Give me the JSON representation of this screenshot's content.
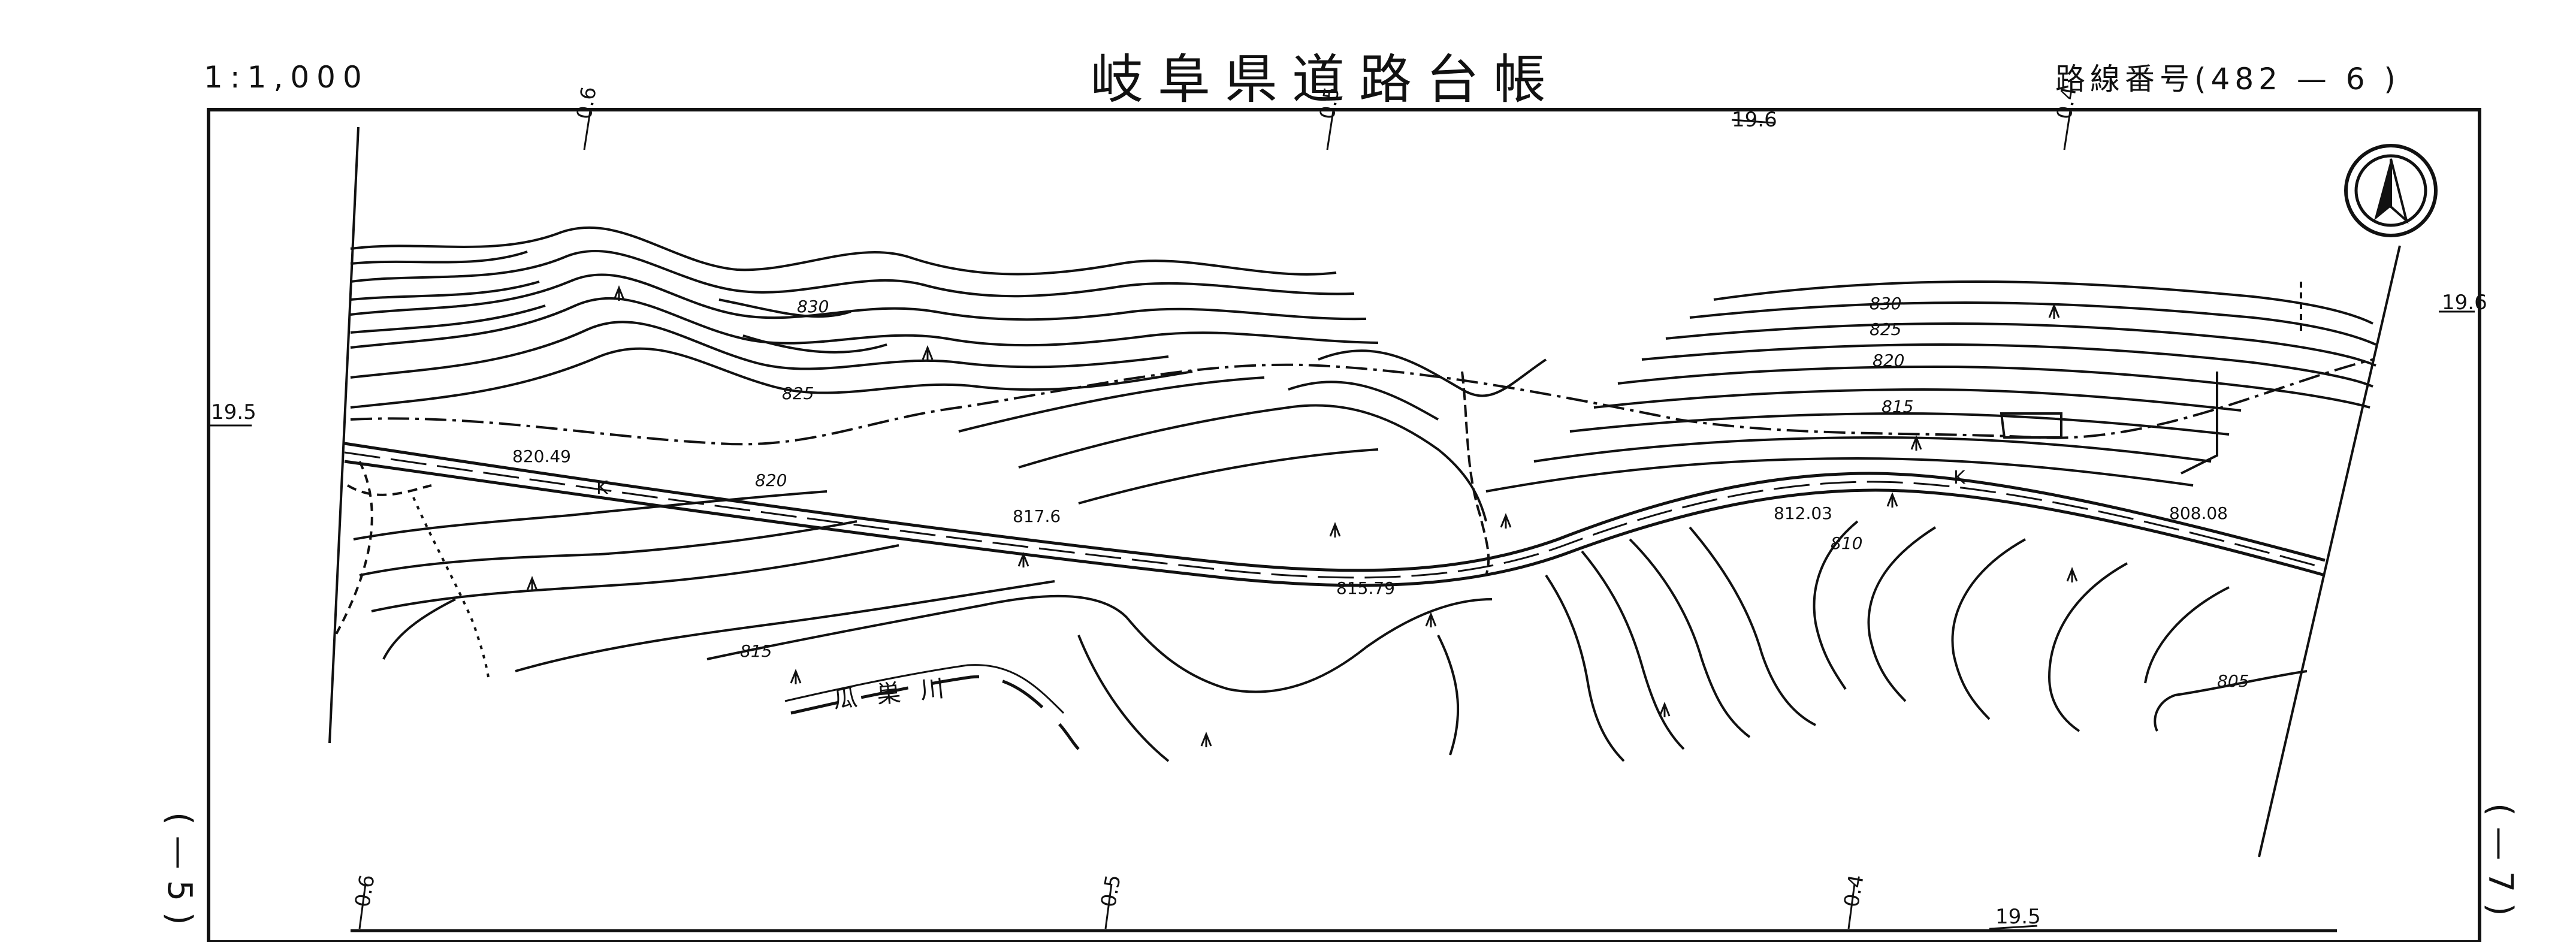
{
  "header": {
    "scale": "1:1,000",
    "title": "岐阜県道路台帳",
    "route_number": "路線番号(482 — 6 )"
  },
  "side_labels": {
    "left": "( — 5 )",
    "right": "( — 7 )"
  },
  "map": {
    "station_labels_top": [
      "0.6",
      "0.5",
      "19.6",
      "0.4"
    ],
    "station_labels_bottom": [
      "0.6",
      "0.5",
      "0.4",
      "19.5"
    ],
    "sheet_edge_left": "19.5",
    "sheet_edge_right": "19.6",
    "contour_labels": [
      "830",
      "825",
      "820",
      "830",
      "825",
      "820",
      "815",
      "815",
      "810",
      "805"
    ],
    "spot_heights": [
      "820.49",
      "817.6",
      "815.79",
      "812.03",
      "808.08"
    ],
    "km_markers": [
      "K",
      "K"
    ],
    "river_name": "瓜 巣 川",
    "north_arrow": "north-arrow-icon"
  }
}
